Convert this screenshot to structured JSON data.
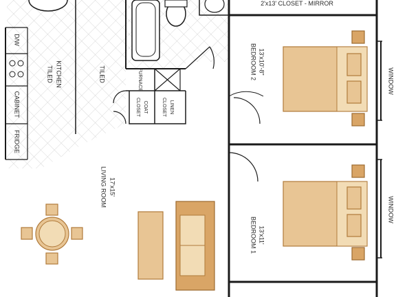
{
  "labels": {
    "dishwasher": "D/W",
    "cabinet": "CABINET",
    "fridge": "FRIDGE",
    "kitchen_line1": "KITCHEN",
    "kitchen_line2": "TILED",
    "tiled": "TILED",
    "furnace": "FURNACE",
    "coat_closet_line1": "COAT",
    "coat_closet_line2": "CLOSET",
    "linen_closet_line1": "LINEN",
    "linen_closet_line2": "CLOSET",
    "closet_mirror": "2'x13' CLOSET - MIRROR",
    "bedroom2_dims": "13'x10'-8\"",
    "bedroom2_name": "BEDROOM 2",
    "bedroom1_dims": "13'x11'",
    "bedroom1_name": "BEDROOM 1",
    "living_dims": "17'x15'",
    "living_name": "LIVING ROOM",
    "window_top": "WINDOW",
    "window_bottom": "WINDOW"
  },
  "colors": {
    "wall": "#1a1a1a",
    "furniture": "#e8c594",
    "furniture_dark": "#d9a566",
    "tile_pattern": "#d8d8d8"
  }
}
